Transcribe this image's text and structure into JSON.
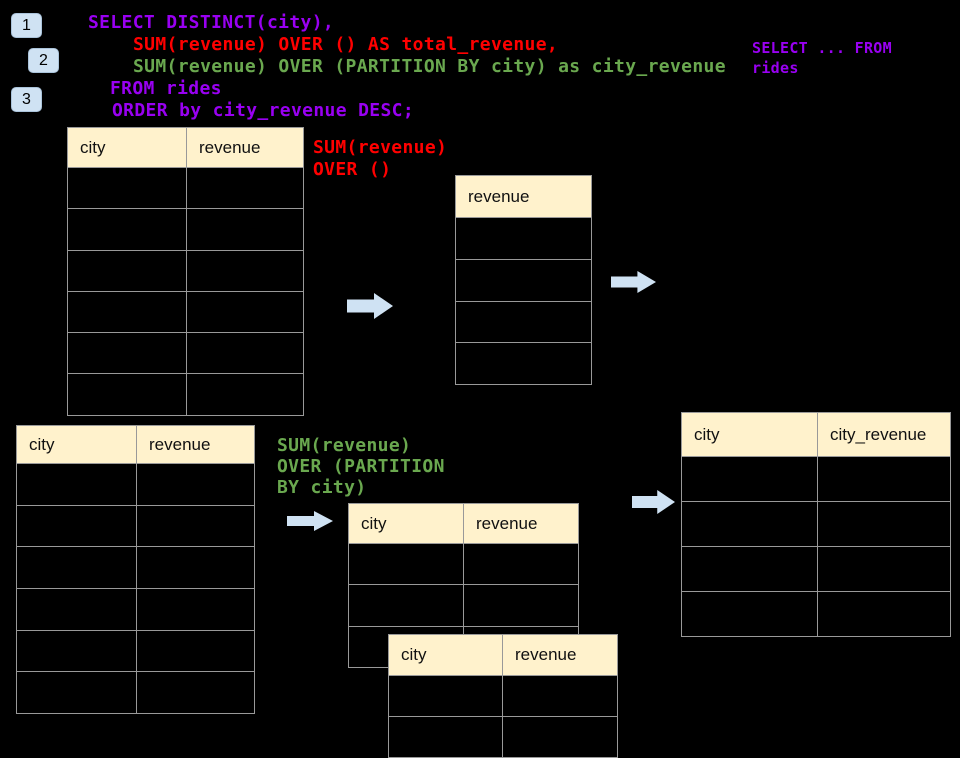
{
  "colors": {
    "background": "#000000",
    "purple": "#9900f2",
    "red": "#ff0000",
    "green": "#6aa84f",
    "cream": "#fff2cc",
    "badge": "#cfe2f3",
    "arrow": "#cfe2f3",
    "border": "#999999"
  },
  "badges": [
    {
      "label": "1"
    },
    {
      "label": "2"
    },
    {
      "label": "3"
    }
  ],
  "code": {
    "lines": [
      {
        "text": "SELECT DISTINCT(city),",
        "color": "purple"
      },
      {
        "text": "SUM(revenue) OVER () AS total_revenue,",
        "color": "red"
      },
      {
        "text": "SUM(revenue) OVER (PARTITION BY city) as city_revenue",
        "color": "green"
      },
      {
        "text": "FROM rides",
        "color": "purple"
      },
      {
        "text": "ORDER by city_revenue DESC;",
        "color": "purple"
      }
    ]
  },
  "side_note": {
    "text": "SELECT ... FROM\nrides",
    "color": "purple"
  },
  "labels": {
    "total": {
      "text": "SUM(revenue)\nOVER ()",
      "color": "red"
    },
    "partition": {
      "text": "SUM(revenue)\nOVER (PARTITION\nBY city)",
      "color": "green"
    }
  },
  "tables": {
    "source_top": {
      "headers": [
        "city",
        "revenue"
      ],
      "row_count": 6
    },
    "total_revenue_result": {
      "headers": [
        "revenue"
      ],
      "row_count": 4
    },
    "source_bottom": {
      "headers": [
        "city",
        "revenue"
      ],
      "row_count": 6
    },
    "partition_mid": {
      "headers": [
        "city",
        "revenue"
      ],
      "row_count": 3
    },
    "partition_front": {
      "headers": [
        "city",
        "revenue"
      ],
      "row_count": 2
    },
    "city_revenue_result": {
      "headers": [
        "city",
        "city_revenue"
      ],
      "row_count": 4
    }
  },
  "icons": {
    "flow_arrow": "block-arrow-right-icon"
  }
}
